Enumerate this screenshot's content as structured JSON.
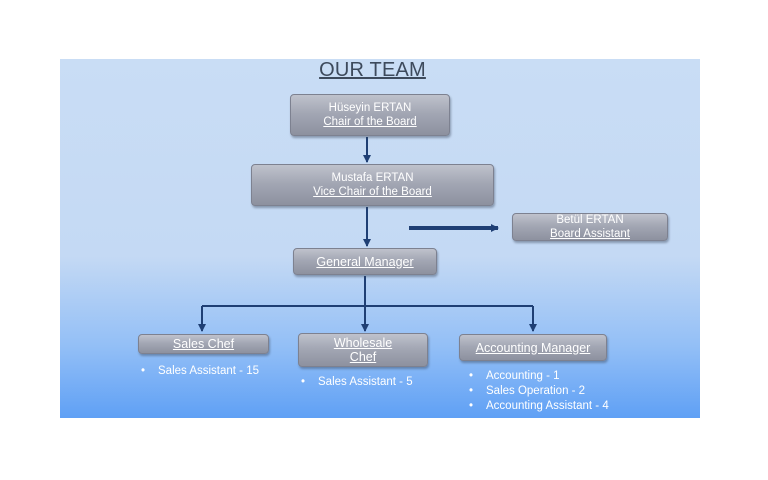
{
  "title": "OUR TEAM",
  "nodes": {
    "chair": {
      "name": "Hüseyin ERTAN",
      "role": "Chair of the Board"
    },
    "vice_chair": {
      "name": "Mustafa ERTAN",
      "role": "Vice Chair of the Board"
    },
    "assistant": {
      "name": "Betül ERTAN",
      "role": "Board Assistant"
    },
    "general_manager": {
      "role": "General Manager"
    },
    "sales_chef": {
      "role": "Sales Chef"
    },
    "wholesale_chef": {
      "role": "Wholesale Chef"
    },
    "accounting_manager": {
      "role": "Accounting Manager"
    }
  },
  "staff": {
    "sales": [
      "Sales Assistant - 15"
    ],
    "wholesale": [
      "Sales Assistant - 5"
    ],
    "accounting": [
      "Accounting - 1",
      "Sales Operation - 2",
      "Accounting Assistant - 4"
    ]
  },
  "colors": {
    "connector": "#1f3f74",
    "box_text": "#ffffff",
    "title": "#3d4a5c"
  }
}
